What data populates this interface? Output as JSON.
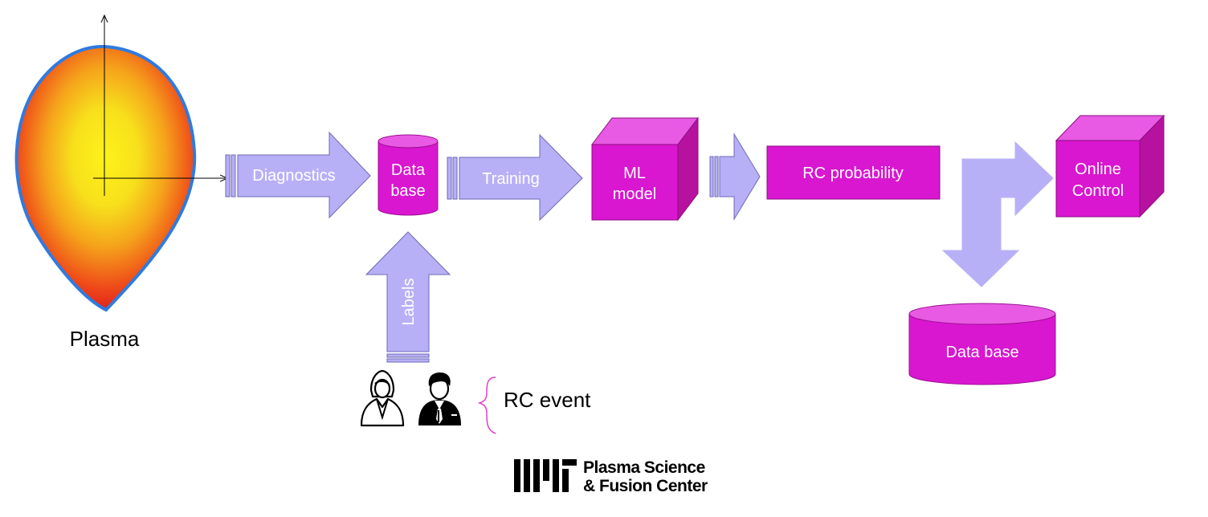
{
  "plasma": {
    "label": "Plasma"
  },
  "arrows": {
    "diagnostics": "Diagnostics",
    "training": "Training",
    "labels": "Labels"
  },
  "nodes": {
    "database_top": [
      "Data",
      "base"
    ],
    "ml_model": [
      "ML",
      "model"
    ],
    "rc_probability": "RC probability",
    "online_control": [
      "Online",
      "Control"
    ],
    "database_bottom": "Data base"
  },
  "rc_event": {
    "label": "RC event"
  },
  "logo": {
    "line1": "Plasma Science",
    "line2": "& Fusion Center"
  },
  "colors": {
    "node_fill": "#d916d0",
    "node_top": "#e85ae3",
    "node_side": "#b7119f",
    "arrow_fill": "#b8b0f7",
    "arrow_stroke": "#6e68b5",
    "plasma_edge": "#2f7be0",
    "brace": "#e040c8"
  }
}
